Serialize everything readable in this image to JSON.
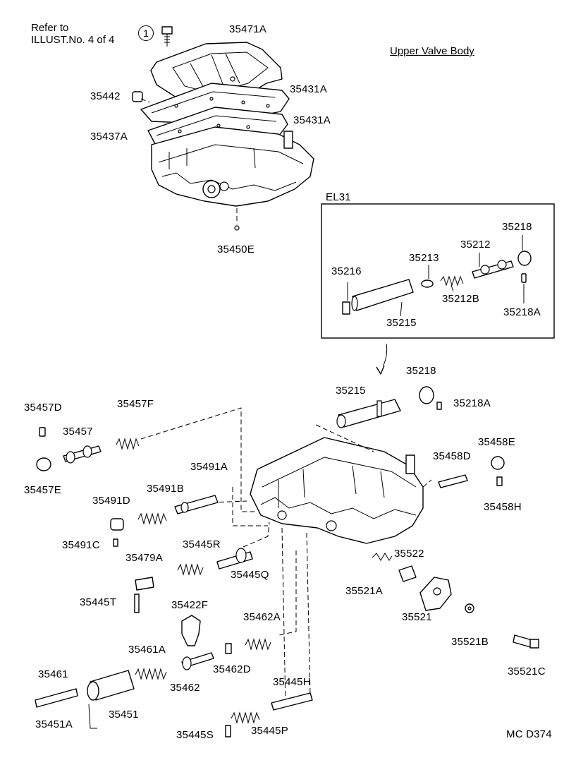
{
  "header": {
    "refer_line1": "Refer to",
    "refer_line2": "ILLUST.No. 4 of 4",
    "ref_marker": "1",
    "title": "Upper Valve Body"
  },
  "inset": {
    "label": "EL31"
  },
  "footer": {
    "code": "MC D374"
  },
  "parts": [
    {
      "id": "p35471A",
      "label": "35471A"
    },
    {
      "id": "p35431A_1",
      "label": "35431A"
    },
    {
      "id": "p35442",
      "label": "35442"
    },
    {
      "id": "p35431A_2",
      "label": "35431A"
    },
    {
      "id": "p35437A",
      "label": "35437A"
    },
    {
      "id": "p35450E",
      "label": "35450E"
    },
    {
      "id": "p35218_in",
      "label": "35218"
    },
    {
      "id": "p35212",
      "label": "35212"
    },
    {
      "id": "p35213",
      "label": "35213"
    },
    {
      "id": "p35216",
      "label": "35216"
    },
    {
      "id": "p35212B",
      "label": "35212B"
    },
    {
      "id": "p35218A_in",
      "label": "35218A"
    },
    {
      "id": "p35215_in",
      "label": "35215"
    },
    {
      "id": "p35218",
      "label": "35218"
    },
    {
      "id": "p35215",
      "label": "35215"
    },
    {
      "id": "p35218A",
      "label": "35218A"
    },
    {
      "id": "p35457D",
      "label": "35457D"
    },
    {
      "id": "p35457F",
      "label": "35457F"
    },
    {
      "id": "p35457",
      "label": "35457"
    },
    {
      "id": "p35457E",
      "label": "35457E"
    },
    {
      "id": "p35458E",
      "label": "35458E"
    },
    {
      "id": "p35458D",
      "label": "35458D"
    },
    {
      "id": "p35458H",
      "label": "35458H"
    },
    {
      "id": "p35491A",
      "label": "35491A"
    },
    {
      "id": "p35491B",
      "label": "35491B"
    },
    {
      "id": "p35491D",
      "label": "35491D"
    },
    {
      "id": "p35491C",
      "label": "35491C"
    },
    {
      "id": "p35445R",
      "label": "35445R"
    },
    {
      "id": "p35479A",
      "label": "35479A"
    },
    {
      "id": "p35445Q",
      "label": "35445Q"
    },
    {
      "id": "p35522",
      "label": "35522"
    },
    {
      "id": "p35521A",
      "label": "35521A"
    },
    {
      "id": "p35445T",
      "label": "35445T"
    },
    {
      "id": "p35422F",
      "label": "35422F"
    },
    {
      "id": "p35521",
      "label": "35521"
    },
    {
      "id": "p35462A",
      "label": "35462A"
    },
    {
      "id": "p35521B",
      "label": "35521B"
    },
    {
      "id": "p35461A",
      "label": "35461A"
    },
    {
      "id": "p35521C",
      "label": "35521C"
    },
    {
      "id": "p35461",
      "label": "35461"
    },
    {
      "id": "p35462D",
      "label": "35462D"
    },
    {
      "id": "p35462",
      "label": "35462"
    },
    {
      "id": "p35451",
      "label": "35451"
    },
    {
      "id": "p35445H",
      "label": "35445H"
    },
    {
      "id": "p35451A",
      "label": "35451A"
    },
    {
      "id": "p35445S",
      "label": "35445S"
    },
    {
      "id": "p35445P",
      "label": "35445P"
    }
  ]
}
